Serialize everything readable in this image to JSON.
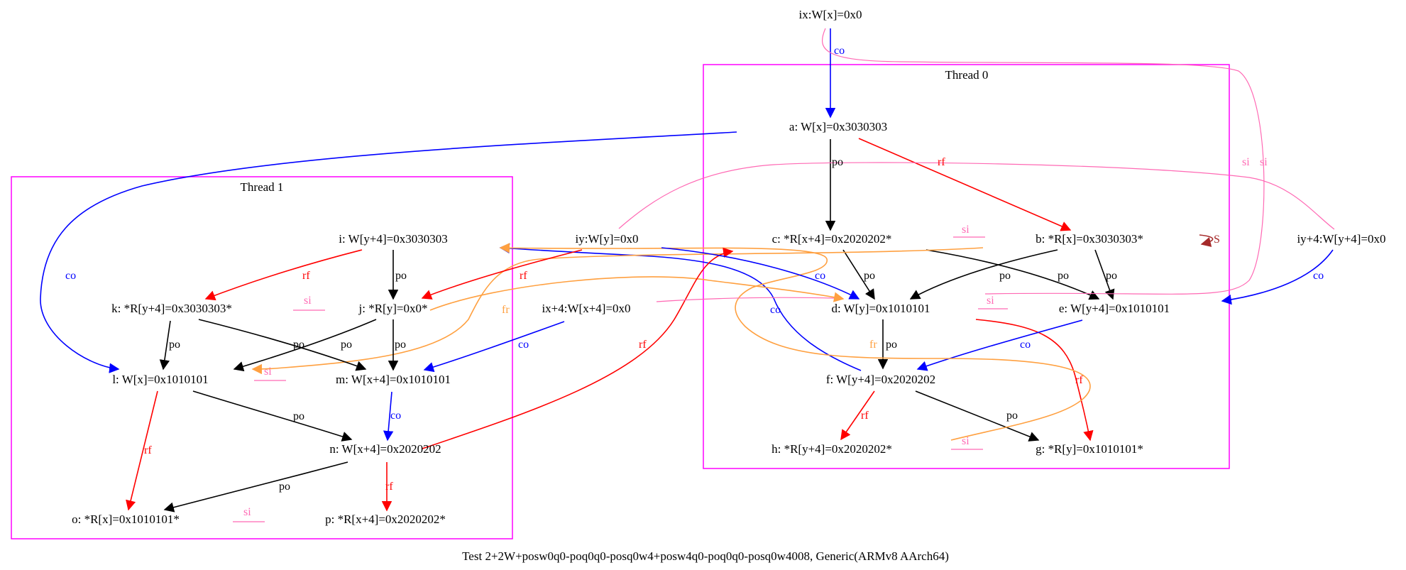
{
  "colors": {
    "po": "#000000",
    "rf": "#ff0000",
    "co": "#0000ff",
    "fr": "#ffa040",
    "si": "#ff69b4",
    "cluster": "#ff00ff",
    "s_mark": "#a52a2a"
  },
  "clusters": {
    "thread0": "Thread 0",
    "thread1": "Thread 1"
  },
  "nodes": {
    "ix": "ix:W[x]=0x0",
    "a": "a: W[x]=0x3030303",
    "c": "c: *R[x+4]=0x2020202*",
    "b": "b: *R[x]=0x3030303*",
    "d": "d: W[y]=0x1010101",
    "e": "e: W[y+4]=0x1010101",
    "f": "f: W[y+4]=0x2020202",
    "h": "h: *R[y+4]=0x2020202*",
    "g": "g: *R[y]=0x1010101*",
    "iy4": "iy+4:W[y+4]=0x0",
    "iy": "iy:W[y]=0x0",
    "ix4": "ix+4:W[x+4]=0x0",
    "i": "i: W[y+4]=0x3030303",
    "k": "k: *R[y+4]=0x3030303*",
    "j": "j: *R[y]=0x0*",
    "l": "l: W[x]=0x1010101",
    "m": "m: W[x+4]=0x1010101",
    "n": "n: W[x+4]=0x2020202",
    "o": "o: *R[x]=0x1010101*",
    "p": "p: *R[x+4]=0x2020202*"
  },
  "edge_labels": {
    "po": "po",
    "rf": "rf",
    "co": "co",
    "fr": "fr",
    "si": "si",
    "s": "S"
  },
  "caption": "Test 2+2W+posw0q0-poq0q0-posq0w4+posw4q0-poq0q0-posq0w4008, Generic(ARMv8 AArch64)"
}
